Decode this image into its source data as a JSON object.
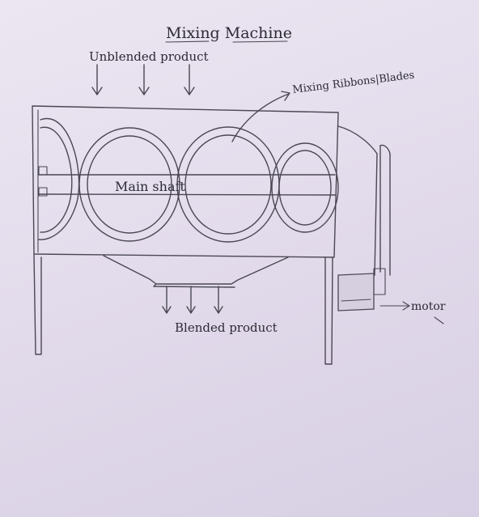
{
  "diagram": {
    "title": "Mixing Machine",
    "labels": {
      "input": "Unblended product",
      "ribbons": "Mixing Ribbons|Blades",
      "shaft": "Main shaft",
      "output": "Blended product",
      "motor": "motor"
    }
  }
}
